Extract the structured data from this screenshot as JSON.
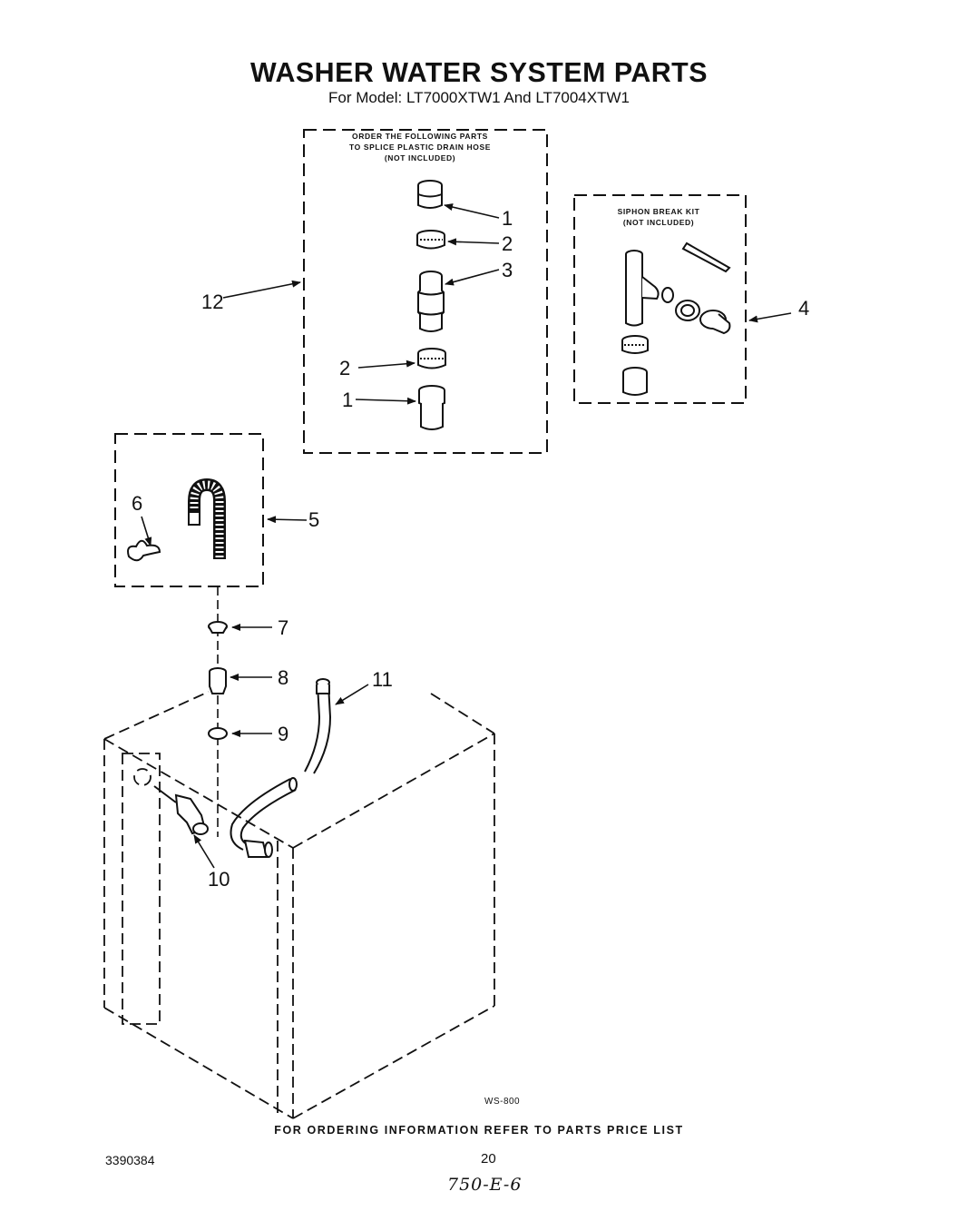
{
  "title": "WASHER WATER SYSTEM PARTS",
  "subtitle": "For Model: LT7000XTW1 And LT7004XTW1",
  "splice_box": {
    "note_lines": [
      "ORDER THE FOLLOWING PARTS",
      "TO SPLICE PLASTIC DRAIN HOSE",
      "(NOT INCLUDED)"
    ]
  },
  "siphon_box": {
    "note_lines": [
      "SIPHON BREAK KIT",
      "(NOT INCLUDED)"
    ]
  },
  "callouts": {
    "c1_top": "1",
    "c2_top": "2",
    "c3": "3",
    "c2_bottom": "2",
    "c1_bottom": "1",
    "c4": "4",
    "c5": "5",
    "c6": "6",
    "c7": "7",
    "c8": "8",
    "c9": "9",
    "c10": "10",
    "c11": "11",
    "c12": "12"
  },
  "diagram_code": "WS-800",
  "footer_text": "FOR ORDERING INFORMATION REFER TO PARTS PRICE LIST",
  "doc_number": "3390384",
  "page_number": "20",
  "handwritten_note": "750-E-6"
}
